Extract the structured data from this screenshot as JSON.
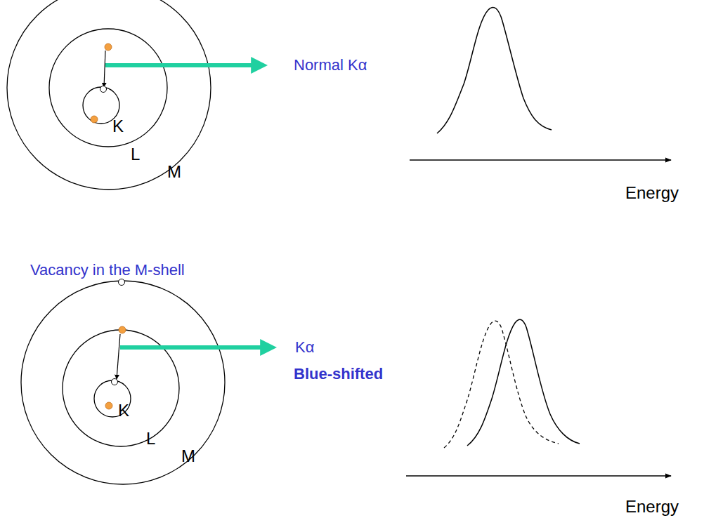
{
  "diagram": {
    "labels": [
      "Normal Kα",
      "K",
      "L",
      "M",
      "Energy",
      "Vacancy in the M-shell",
      "K",
      "L",
      "M",
      "Kα",
      "Blue-shifted",
      "Energy"
    ]
  }
}
